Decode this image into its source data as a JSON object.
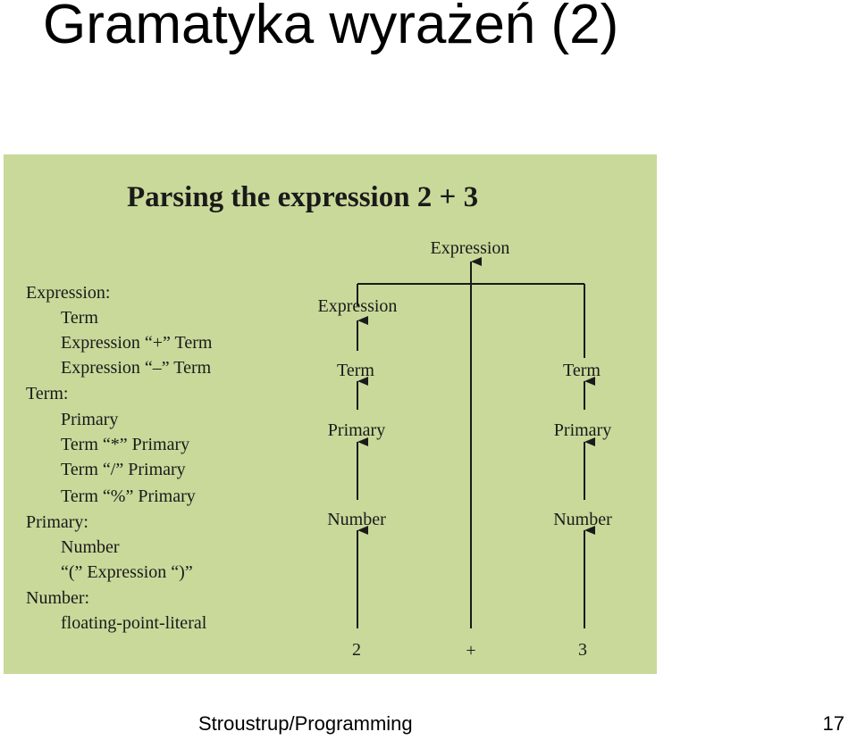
{
  "slide": {
    "title": "Gramatyka wyrażeń (2)",
    "footer_left": "Stroustrup/Programming",
    "page_number": "17"
  },
  "panel": {
    "background": "#c8d99a",
    "heading": "Parsing the expression 2 + 3",
    "grammar": [
      "Expression:",
      "Term",
      "Expression “+” Term",
      "Expression “–” Term",
      "Term:",
      "Primary",
      "Term “*” Primary",
      "Term “/” Primary",
      "Term “%” Primary",
      "Primary:",
      "Number",
      "“(” Expression “)”",
      "Number:",
      "floating-point-literal"
    ],
    "tree": {
      "root": "Expression",
      "left_branch": [
        "Expression",
        "Term",
        "Primary",
        "Number"
      ],
      "right_branch": [
        "Term",
        "Primary",
        "Number"
      ],
      "tokens": [
        "2",
        "+",
        "3"
      ]
    }
  }
}
